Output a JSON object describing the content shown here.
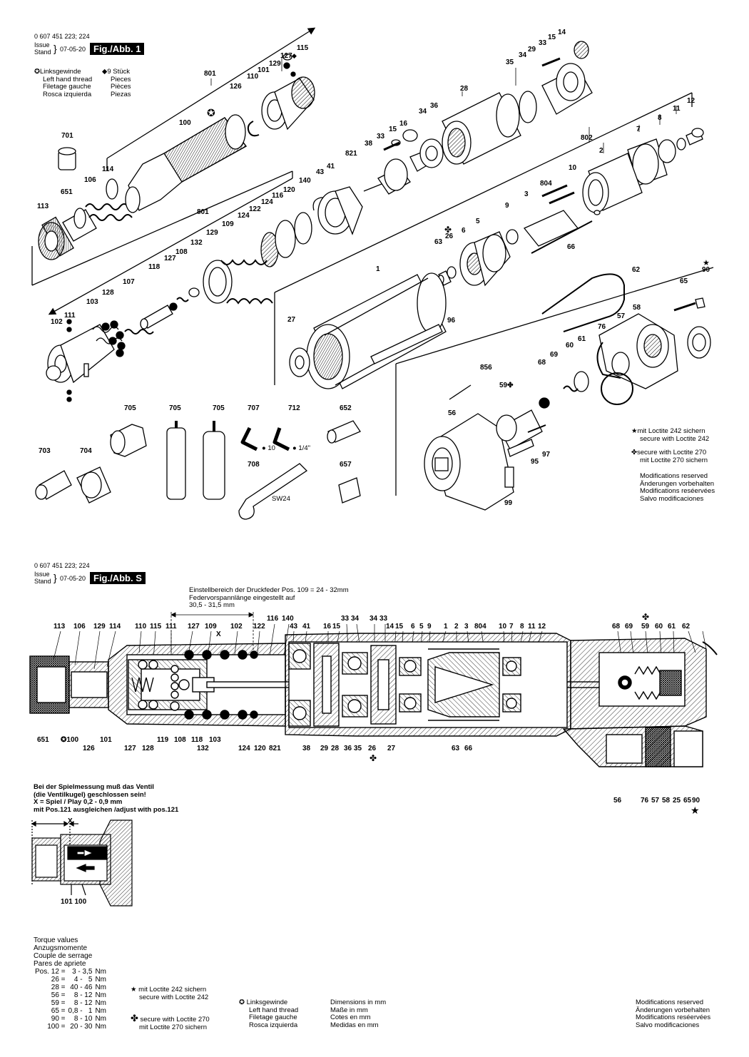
{
  "sheet1": {
    "doc_no": "0 607 451 223; 224",
    "issue_label": "Issue",
    "stand_label": "Stand",
    "issue_date": "07-05-20",
    "fig_label": "Fig./Abb. 1",
    "left_legend": [
      "Linksgewinde",
      "Left hand thread",
      "Filetage gauche",
      "Rosca izquierda"
    ],
    "pieces_legend": [
      "9 Stück",
      "Pieces",
      "Pièces",
      "Piezas"
    ],
    "loctite242": [
      "mit Loctite 242 sichern",
      "secure with Loctite 242"
    ],
    "loctite270": [
      "secure with Loctite 270",
      "mit Loctite 270 sichern"
    ],
    "modifications": [
      "Modifications reserved",
      "Änderungen vorbehalten",
      "Modifications reséervées",
      "Salvo modificaciones"
    ],
    "part_labels": [
      {
        "t": "801"
      },
      {
        "t": "126"
      },
      {
        "t": "110"
      },
      {
        "t": "101"
      },
      {
        "t": "129"
      },
      {
        "t": "127"
      },
      {
        "t": "115"
      },
      {
        "t": "100"
      },
      {
        "t": "701"
      },
      {
        "t": "114"
      },
      {
        "t": "106"
      },
      {
        "t": "651"
      },
      {
        "t": "113"
      },
      {
        "t": "35"
      },
      {
        "t": "34"
      },
      {
        "t": "29"
      },
      {
        "t": "33"
      },
      {
        "t": "15"
      },
      {
        "t": "14"
      },
      {
        "t": "28"
      },
      {
        "t": "36"
      },
      {
        "t": "34"
      },
      {
        "t": "16"
      },
      {
        "t": "15"
      },
      {
        "t": "33"
      },
      {
        "t": "38"
      },
      {
        "t": "821"
      },
      {
        "t": "12"
      },
      {
        "t": "11"
      },
      {
        "t": "8"
      },
      {
        "t": "7"
      },
      {
        "t": "802"
      },
      {
        "t": "2"
      },
      {
        "t": "10"
      },
      {
        "t": "804"
      },
      {
        "t": "3"
      },
      {
        "t": "9"
      },
      {
        "t": "5"
      },
      {
        "t": "6"
      },
      {
        "t": "26"
      },
      {
        "t": "63"
      },
      {
        "t": "66"
      },
      {
        "t": "43"
      },
      {
        "t": "41"
      },
      {
        "t": "140"
      },
      {
        "t": "120"
      },
      {
        "t": "116"
      },
      {
        "t": "124"
      },
      {
        "t": "122"
      },
      {
        "t": "124"
      },
      {
        "t": "801"
      },
      {
        "t": "109"
      },
      {
        "t": "129"
      },
      {
        "t": "132"
      },
      {
        "t": "108"
      },
      {
        "t": "127"
      },
      {
        "t": "118"
      },
      {
        "t": "107"
      },
      {
        "t": "128"
      },
      {
        "t": "103"
      },
      {
        "t": "111"
      },
      {
        "t": "102"
      },
      {
        "t": "1"
      },
      {
        "t": "27"
      },
      {
        "t": "96"
      },
      {
        "t": "62"
      },
      {
        "t": "90"
      },
      {
        "t": "65"
      },
      {
        "t": "58"
      },
      {
        "t": "57"
      },
      {
        "t": "76"
      },
      {
        "t": "61"
      },
      {
        "t": "60"
      },
      {
        "t": "69"
      },
      {
        "t": "68"
      },
      {
        "t": "856"
      },
      {
        "t": "59"
      },
      {
        "t": "56"
      },
      {
        "t": "97"
      },
      {
        "t": "95"
      },
      {
        "t": "99"
      },
      {
        "t": "705"
      },
      {
        "t": "705"
      },
      {
        "t": "705"
      },
      {
        "t": "707"
      },
      {
        "t": "712"
      },
      {
        "t": "652"
      },
      {
        "t": "703"
      },
      {
        "t": "704"
      },
      {
        "t": "708"
      },
      {
        "t": "657"
      },
      {
        "t": "10"
      },
      {
        "t": "1/4\""
      },
      {
        "t": "SW24"
      }
    ]
  },
  "sheet2": {
    "doc_no": "0 607 451 223; 224",
    "issue_label": "Issue",
    "stand_label": "Stand",
    "issue_date": "07-05-20",
    "fig_label": "Fig./Abb. S",
    "spring_note": [
      "Einstellbereich der Druckfeder Pos. 109 = 24 - 32mm",
      "Federvorspannlänge eingestellt auf",
      "30,5 - 31,5 mm"
    ],
    "x_label": "X",
    "top_labels": [
      {
        "t": "113"
      },
      {
        "t": "106"
      },
      {
        "t": "129"
      },
      {
        "t": "114"
      },
      {
        "t": "110"
      },
      {
        "t": "115"
      },
      {
        "t": "111"
      },
      {
        "t": "127"
      },
      {
        "t": "109"
      },
      {
        "t": "102"
      },
      {
        "t": "122"
      },
      {
        "t": "116"
      },
      {
        "t": "140"
      },
      {
        "t": "43"
      },
      {
        "t": "41"
      },
      {
        "t": "16"
      },
      {
        "t": "15"
      },
      {
        "t": "33"
      },
      {
        "t": "34"
      },
      {
        "t": "34"
      },
      {
        "t": "33"
      },
      {
        "t": "14"
      },
      {
        "t": "15"
      },
      {
        "t": "6"
      },
      {
        "t": "5"
      },
      {
        "t": "9"
      },
      {
        "t": "1"
      },
      {
        "t": "2"
      },
      {
        "t": "3"
      },
      {
        "t": "804"
      },
      {
        "t": "10"
      },
      {
        "t": "7"
      },
      {
        "t": "8"
      },
      {
        "t": "11"
      },
      {
        "t": "12"
      },
      {
        "t": "68"
      },
      {
        "t": "69"
      },
      {
        "t": "59"
      },
      {
        "t": "60"
      },
      {
        "t": "61"
      },
      {
        "t": "62"
      }
    ],
    "bottom_labels": [
      {
        "t": "651"
      },
      {
        "t": "100"
      },
      {
        "t": "126"
      },
      {
        "t": "101"
      },
      {
        "t": "127"
      },
      {
        "t": "128"
      },
      {
        "t": "119"
      },
      {
        "t": "108"
      },
      {
        "t": "118"
      },
      {
        "t": "103"
      },
      {
        "t": "132"
      },
      {
        "t": "124"
      },
      {
        "t": "120"
      },
      {
        "t": "821"
      },
      {
        "t": "38"
      },
      {
        "t": "29"
      },
      {
        "t": "28"
      },
      {
        "t": "36"
      },
      {
        "t": "35"
      },
      {
        "t": "26"
      },
      {
        "t": "27"
      },
      {
        "t": "63"
      },
      {
        "t": "66"
      },
      {
        "t": "56"
      },
      {
        "t": "76"
      },
      {
        "t": "57"
      },
      {
        "t": "58"
      },
      {
        "t": "25"
      },
      {
        "t": "65"
      },
      {
        "t": "90"
      }
    ],
    "play_note": [
      "Bei der Spielmessung muß das Ventil",
      "(die Ventilkugel) geschlossen sein!",
      "X = Spiel / Play 0,2 - 0,9 mm",
      "mit Pos.121 ausgleichen /adjust with pos.121"
    ],
    "detail_labels": [
      {
        "t": "X"
      },
      {
        "t": "101"
      },
      {
        "t": "100"
      }
    ],
    "torque_title": [
      "Torque values",
      "Anzugsmomente",
      "Couple de serrage",
      "Pares de apriete"
    ],
    "torque_rows": [
      {
        "pos": "Pos. 12 =",
        "val": "3 - 3,5",
        "unit": "Nm"
      },
      {
        "pos": "26 =",
        "val": "4 -   5",
        "unit": "Nm"
      },
      {
        "pos": "28 =",
        "val": "40 - 46",
        "unit": "Nm"
      },
      {
        "pos": "56 =",
        "val": "8 - 12",
        "unit": "Nm"
      },
      {
        "pos": "59 =",
        "val": "8 - 12",
        "unit": "Nm"
      },
      {
        "pos": "65 =",
        "val": "0,8 -   1",
        "unit": "Nm"
      },
      {
        "pos": "90 =",
        "val": "8 - 10",
        "unit": "Nm"
      },
      {
        "pos": "100 =",
        "val": "20 - 30",
        "unit": "Nm"
      }
    ],
    "loctite242": [
      "mit Loctite 242 sichern",
      "secure with Loctite 242"
    ],
    "loctite270": [
      "secure with Loctite 270",
      "mit Loctite 270 sichern"
    ],
    "left_legend": [
      "Linksgewinde",
      "Left hand thread",
      "Filetage gauche",
      "Rosca izquierda"
    ],
    "dimensions": [
      "Dimensions in mm",
      "Maße in mm",
      "Cotes en mm",
      "Medidas en mm"
    ],
    "modifications": [
      "Modifications reserved",
      "Änderungen vorbehalten",
      "Modifications reséervées",
      "Salvo modificaciones"
    ]
  }
}
